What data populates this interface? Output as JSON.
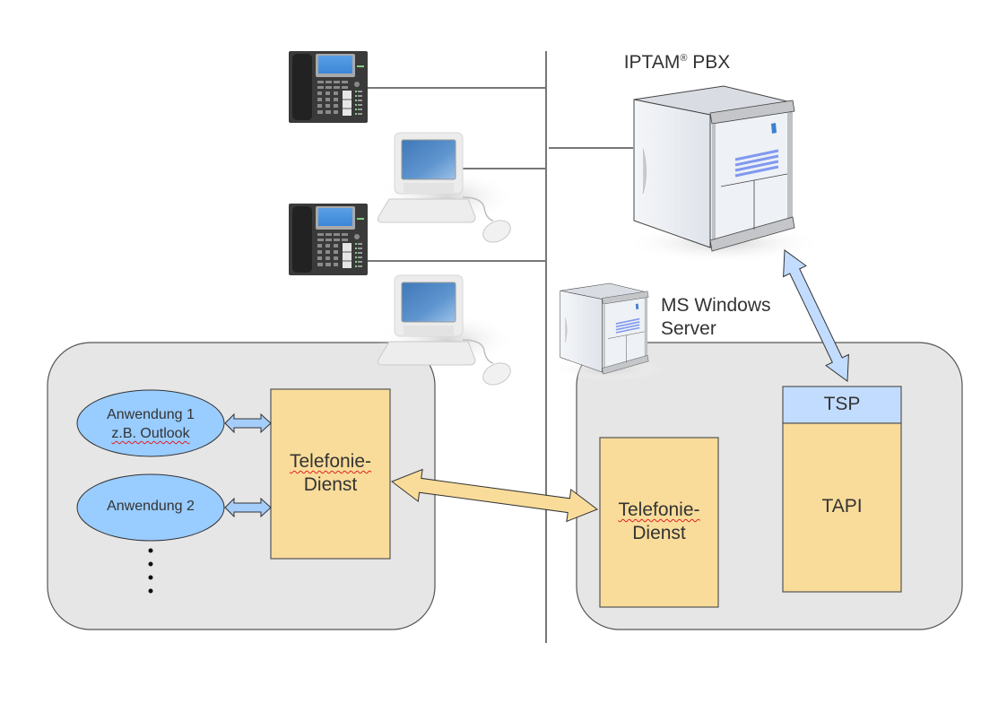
{
  "title": "IPTAM PBX TAPI architecture",
  "pbx": {
    "label_main": "IPTAM",
    "label_reg": "®",
    "label_suffix": " PBX"
  },
  "windows_server": {
    "line1": "MS Windows",
    "line2": "Server"
  },
  "client_box": {
    "apps": [
      {
        "line1": "Anwendung 1",
        "line2": "z.B. Outlook"
      },
      {
        "line1": "Anwendung 2"
      }
    ],
    "more_indicator": "ellipsis-vertical",
    "service": {
      "line1": "Telefonie-",
      "line2": "Dienst"
    }
  },
  "server_box": {
    "service": {
      "line1": "Telefonie-",
      "line2": "Dienst"
    },
    "tsp": "TSP",
    "tapi": "TAPI"
  },
  "devices": [
    {
      "type": "desk-phone",
      "connected": true
    },
    {
      "type": "computer",
      "connected": true
    },
    {
      "type": "desk-phone",
      "connected": true
    },
    {
      "type": "computer",
      "connected": false
    }
  ],
  "connections": [
    {
      "from": "client-telefonie-dienst",
      "to": "server-telefonie-dienst",
      "style": "double-arrow",
      "color": "#f9dc9a"
    },
    {
      "from": "iptam-pbx",
      "to": "tsp",
      "style": "double-arrow",
      "color": "#c2dcff"
    },
    {
      "from": "anwendung-1",
      "to": "client-telefonie-dienst",
      "style": "double-arrow",
      "color": "#a5cdfa"
    },
    {
      "from": "anwendung-2",
      "to": "client-telefonie-dienst",
      "style": "double-arrow",
      "color": "#a5cdfa"
    }
  ],
  "colors": {
    "panel": "#e6e6e6",
    "service_fill": "#f9dc9a",
    "tsp_fill": "#c2dcff",
    "ellipse_fill": "#99ccff",
    "line": "#777777"
  }
}
